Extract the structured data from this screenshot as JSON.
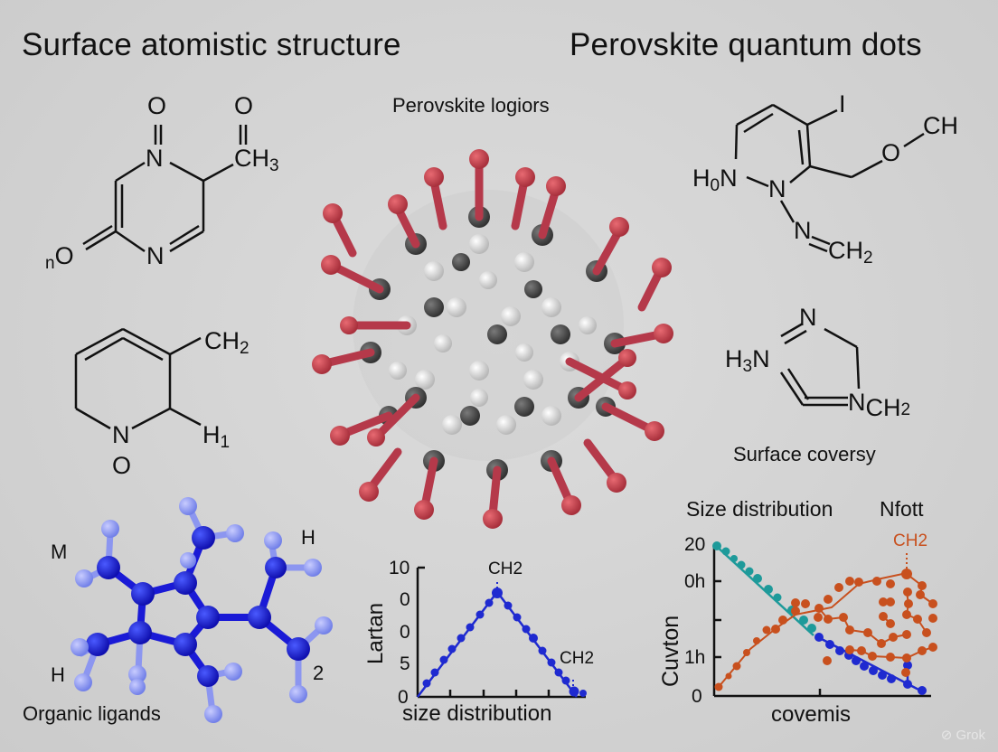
{
  "titles": {
    "left": "Surface atomistic structure",
    "right": "Perovskite quantum dots"
  },
  "center_panel": {
    "label": "Perovskite logiors",
    "atom_colors": {
      "ligand": "#c0404c",
      "dark": "#4a4a4a",
      "light": "#e8e8e8"
    }
  },
  "molecules": {
    "top_left": {
      "labels": [
        "O",
        "O",
        "N",
        "CH",
        "3",
        "O",
        "n",
        "N"
      ]
    },
    "mid_left": {
      "labels": [
        "CH",
        "2",
        "N",
        "O",
        "H",
        "1"
      ]
    },
    "top_right": {
      "labels": [
        "I",
        "CH",
        "O",
        "H",
        "0",
        "N",
        "N",
        "N",
        "CH",
        "2"
      ]
    },
    "mid_right": {
      "labels": [
        "N",
        "H",
        "3",
        "N",
        "N",
        "CH",
        "2"
      ],
      "caption": "Surface coversy"
    },
    "bottom_left": {
      "labels": [
        "M",
        "H",
        "H",
        "2"
      ],
      "caption": "Organic ligands",
      "colors": {
        "core": "#1a1ad6",
        "hydrogen": "#8c96f0"
      }
    }
  },
  "chart_data": [
    {
      "type": "line",
      "title": "",
      "xlabel": "size distribution",
      "ylabel": "Lartan",
      "ytick_labels": [
        "0",
        "5",
        "0",
        "0",
        "10"
      ],
      "annotations": [
        "CH2",
        "CH2"
      ],
      "series": [
        {
          "name": "distribution",
          "color": "#1f2ad0",
          "x": [
            0,
            0.5,
            1,
            1.5,
            2,
            2.5,
            3,
            3.5,
            4,
            4.5,
            5,
            5.5,
            6,
            6.5,
            7,
            7.5,
            8,
            8.5,
            9
          ],
          "values": [
            0,
            1,
            2,
            3.2,
            4.4,
            5.6,
            6.8,
            7.8,
            8.8,
            7.8,
            6.8,
            5.8,
            4.8,
            3.8,
            2.8,
            1.8,
            1.0,
            0.3,
            0
          ]
        }
      ]
    },
    {
      "type": "scatter",
      "title": "Size distribution",
      "title_suffix": "Nfott",
      "xlabel": "covemis",
      "ylabel": "Cuvton",
      "ytick_labels": [
        "0",
        "1h",
        "",
        "0h",
        "20"
      ],
      "annotations": [
        "CH2"
      ],
      "series": [
        {
          "name": "teal",
          "color": "#1e9a9a",
          "x": [
            0,
            1,
            2,
            3,
            4,
            5
          ],
          "values": [
            20,
            18.5,
            16.5,
            14.5,
            12.5,
            10.5
          ]
        },
        {
          "name": "blue",
          "color": "#1f2ad0",
          "x": [
            5,
            6,
            7,
            8,
            9,
            10
          ],
          "values": [
            10,
            8.5,
            7,
            5,
            3,
            1
          ]
        },
        {
          "name": "orange",
          "color": "#c8501e",
          "x": [
            0,
            1,
            2,
            3,
            4,
            5,
            6,
            7,
            8,
            9,
            10
          ],
          "values": [
            1,
            3,
            5,
            7,
            9,
            11,
            12,
            13,
            14,
            15,
            16
          ]
        }
      ]
    }
  ],
  "watermark": {
    "icon": "grok-logo-icon",
    "text": "Grok"
  }
}
